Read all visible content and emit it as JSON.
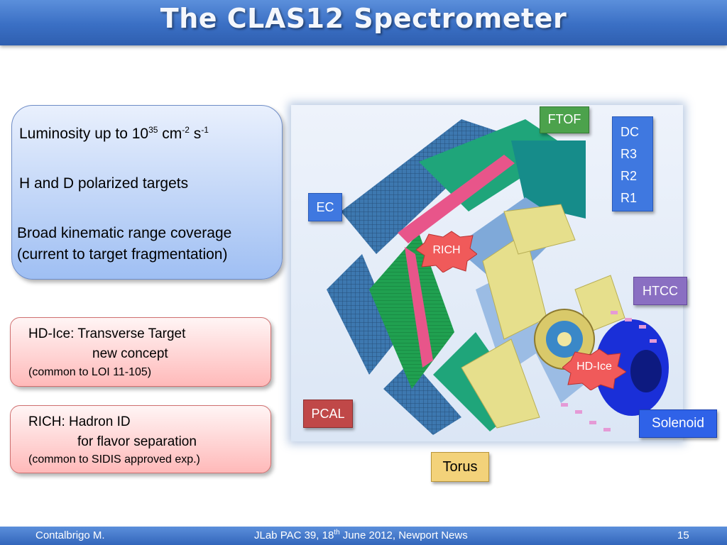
{
  "slide": {
    "title": "The CLAS12 Spectrometer",
    "blue_box": {
      "lum_prefix": "Luminosity up to 10",
      "lum_exp1": "35",
      "lum_unit1": " cm",
      "lum_exp2": "-2",
      "lum_unit2": " s",
      "lum_exp3": "-1",
      "targets": "H and D polarized targets",
      "coverage_1": "Broad kinematic range coverage",
      "coverage_2": "(current to target fragmentation)"
    },
    "hdice_box": {
      "line1": "HD-Ice: Transverse Target",
      "line2": "new concept",
      "line3": "(common to LOI 11-105)"
    },
    "rich_box": {
      "line1": "RICH: Hadron ID",
      "line2": "for flavor separation",
      "line3": "(common to SIDIS approved exp.)"
    },
    "labels": {
      "ftof": "FTOF",
      "dc": "DC",
      "r3": "R3",
      "r2": "R2",
      "r1": "R1",
      "ec": "EC",
      "rich": "RICH",
      "htcc": "HTCC",
      "hdice": "HD-Ice",
      "pcal": "PCAL",
      "solenoid": "Solenoid",
      "torus": "Torus"
    },
    "footer": {
      "author": "Contalbrigo M.",
      "event_prefix": "JLab PAC 39, 18",
      "event_sup": "th",
      "event_suffix": " June 2012, Newport News",
      "page": "15"
    },
    "colors": {
      "title_bar": "#3a6fc4",
      "label_blue": "#3f78e0",
      "label_green": "#4ca24c",
      "label_purple": "#8a6fc2",
      "label_red": "#c04848",
      "label_yellow": "#f3d27a",
      "rich_star": "#f05a5a"
    }
  }
}
